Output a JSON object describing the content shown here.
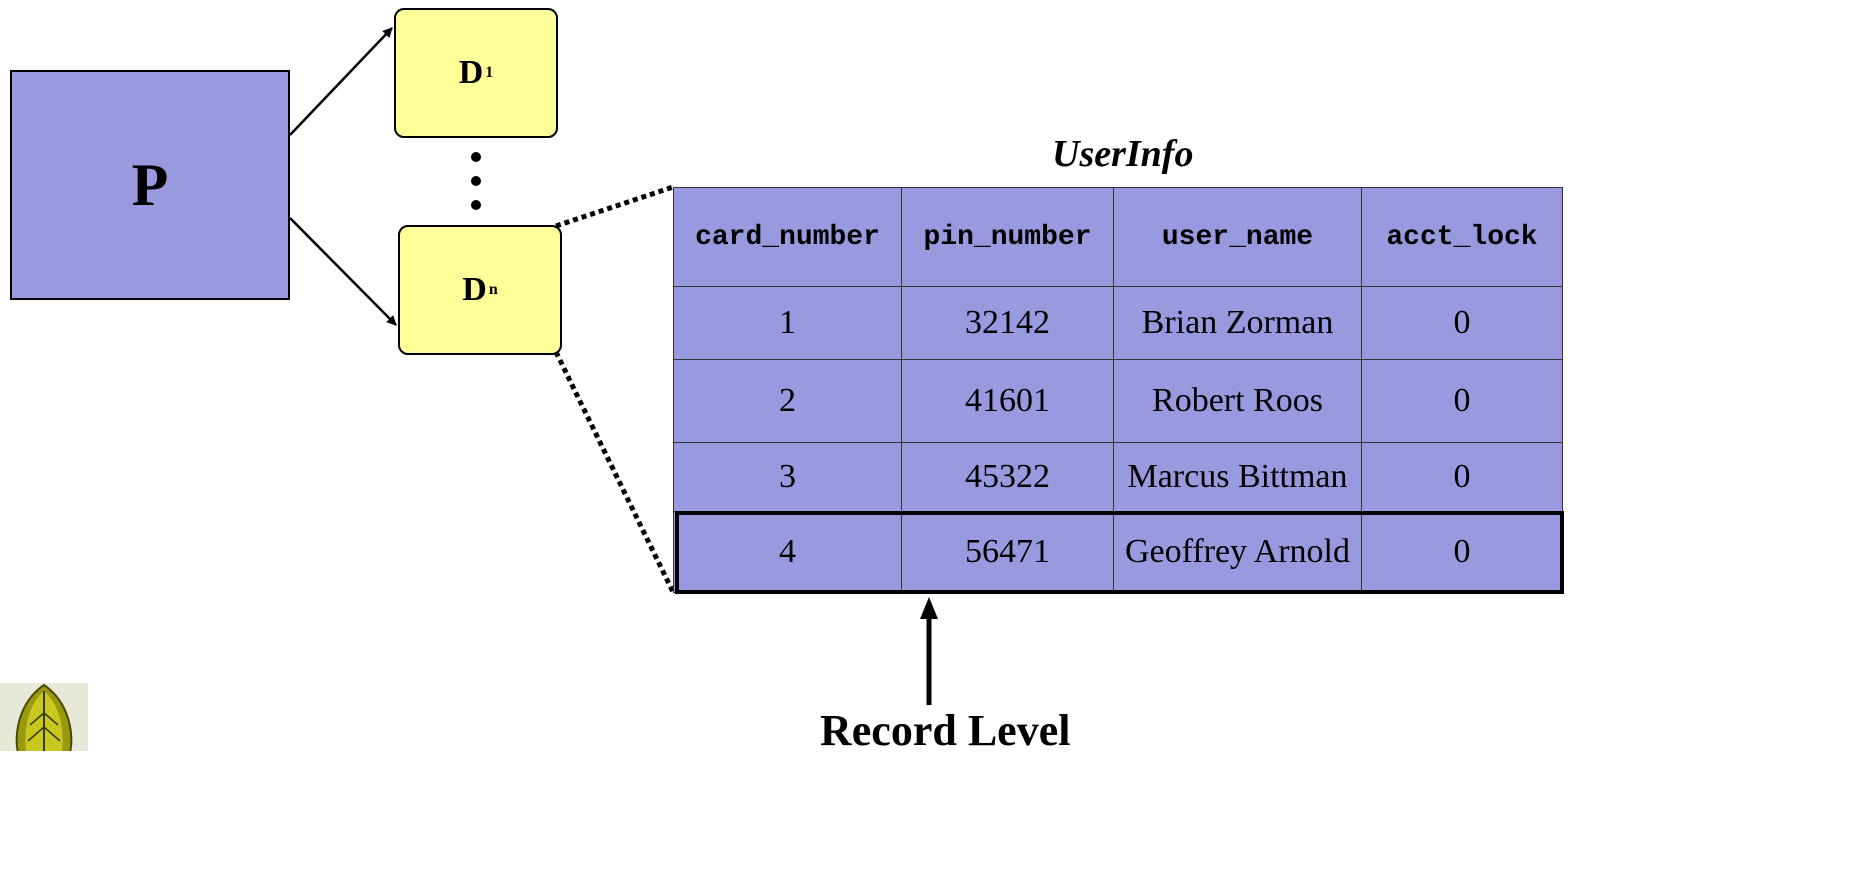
{
  "process": {
    "label": "P"
  },
  "databases": [
    {
      "label": "D",
      "subscript": "1"
    },
    {
      "label": "D",
      "subscript": "n"
    }
  ],
  "table": {
    "title": "UserInfo",
    "columns": [
      "card_number",
      "pin_number",
      "user_name",
      "acct_lock"
    ],
    "rows": [
      [
        "1",
        "32142",
        "Brian Zorman",
        "0"
      ],
      [
        "2",
        "41601",
        "Robert Roos",
        "0"
      ],
      [
        "3",
        "45322",
        "Marcus Bittman",
        "0"
      ],
      [
        "4",
        "56471",
        "Geoffrey Arnold",
        "0"
      ]
    ],
    "highlighted_row": 4
  },
  "annotation": {
    "label": "Record Level"
  },
  "colors": {
    "process_fill": "#9999e0",
    "database_fill": "#ffff99",
    "table_fill": "#9999e0"
  },
  "icons": {
    "logo": "leaf-logo-icon"
  }
}
